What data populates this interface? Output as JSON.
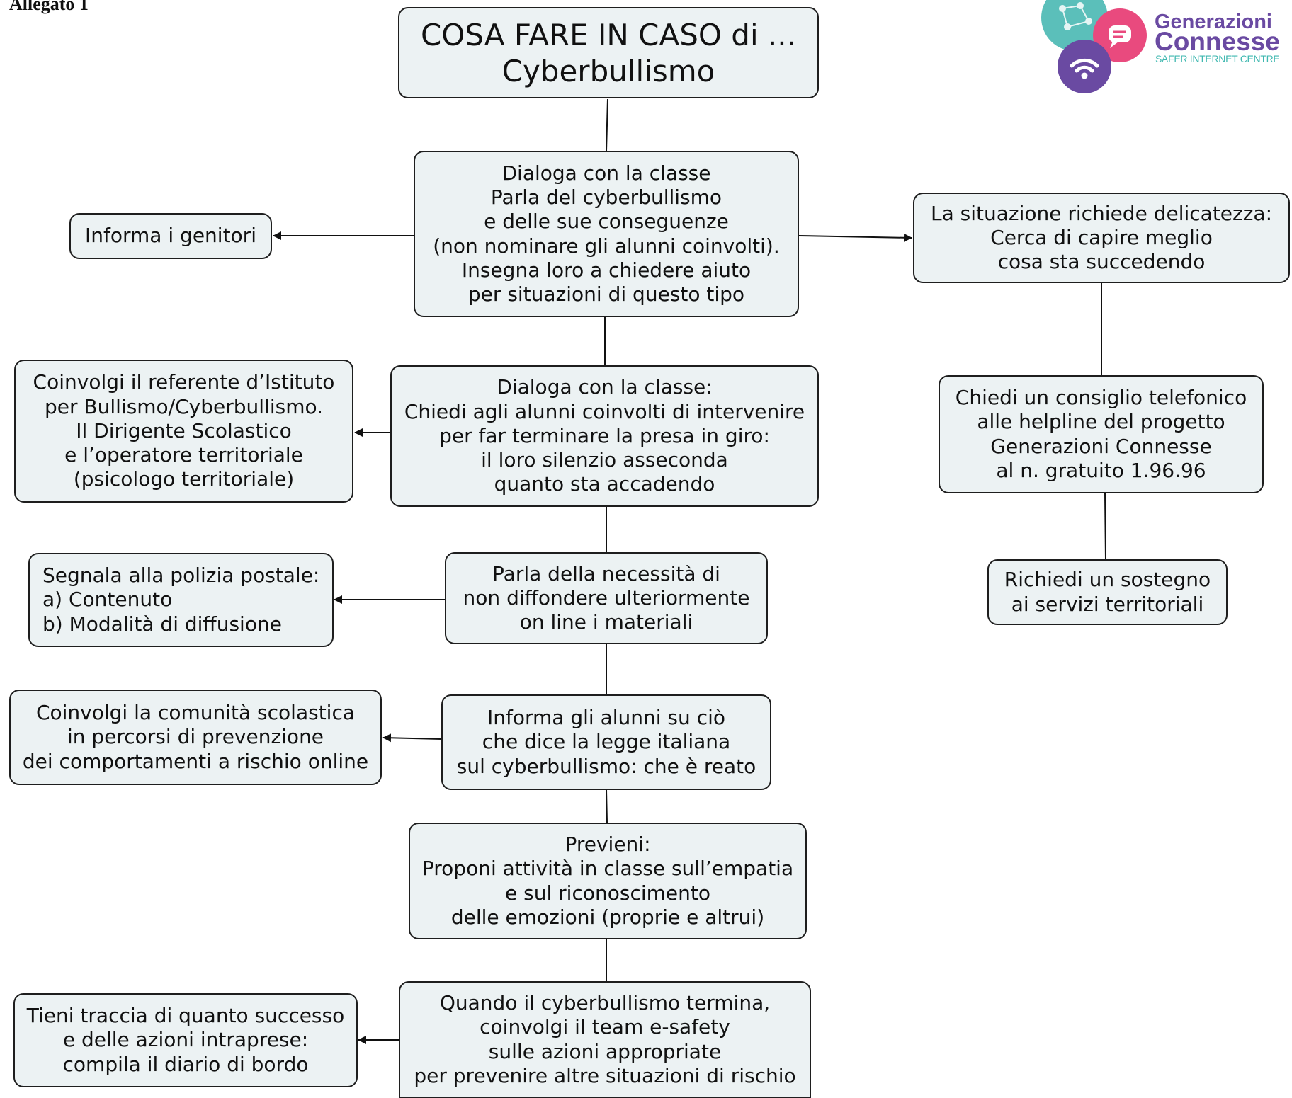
{
  "header": {
    "attachment_label": "Allegato 1",
    "logo_line1": "Generazioni",
    "logo_line2": "Connesse",
    "logo_line3": "SAFER INTERNET CENTRE"
  },
  "colors": {
    "node_fill": "#ecf2f3",
    "node_border": "#1e1e1e",
    "logo_purple": "#6a4aa2",
    "logo_teal": "#3fb8b0",
    "logo_pink": "#e94a7e"
  },
  "diagram": {
    "title": "COSA FARE IN CASO di ...\nCyberbullismo",
    "center": {
      "dialoga1": "Dialoga con la classe\nParla del cyberbullismo\ne delle sue conseguenze\n(non nominare gli alunni coinvolti).\nInsegna loro a chiedere aiuto\nper situazioni di questo tipo",
      "dialoga2": "Dialoga con la classe:\nChiedi agli alunni coinvolti di intervenire\nper far terminare la presa in giro:\nil loro silenzio asseconda\nquanto sta accadendo",
      "parla": "Parla della necessità di\nnon diffondere ulteriormente\non line i materiali",
      "informa_alunni": "Informa gli alunni su ciò\nche dice la legge italiana\nsul cyberbullismo: che è reato",
      "previeni": "Previeni:\nProponi attività in classe sull’empatia\ne sul riconoscimento\ndelle emozioni (proprie e altrui)",
      "quando": "Quando il cyberbullismo termina,\ncoinvolgi il team e-safety\nsulle azioni appropriate\nper prevenire altre situazioni di rischio"
    },
    "left": {
      "informa_genitori": "Informa i genitori",
      "coinvolgi_referente": "Coinvolgi il referente d’Istituto\nper Bullismo/Cyberbullismo.\nIl Dirigente Scolastico\ne l’operatore territoriale\n(psicologo territoriale)",
      "segnala": "Segnala alla polizia postale:\na) Contenuto\nb) Modalità di diffusione",
      "coinvolgi_comunita": "Coinvolgi la comunità scolastica\nin percorsi di prevenzione\ndei comportamenti a rischio online",
      "tieni_traccia": "Tieni traccia di quanto successo\ne delle azioni intraprese:\ncompila il diario di bordo"
    },
    "right": {
      "situazione": "La situazione richiede delicatezza:\nCerca di capire meglio\ncosa sta succedendo",
      "chiedi_consiglio": "Chiedi un consiglio telefonico\nalle helpline del progetto\nGenerazioni Connesse\nal n. gratuito 1.96.96",
      "richiedi_sostegno": "Richiedi un sostegno\nai servizi territoriali"
    }
  }
}
